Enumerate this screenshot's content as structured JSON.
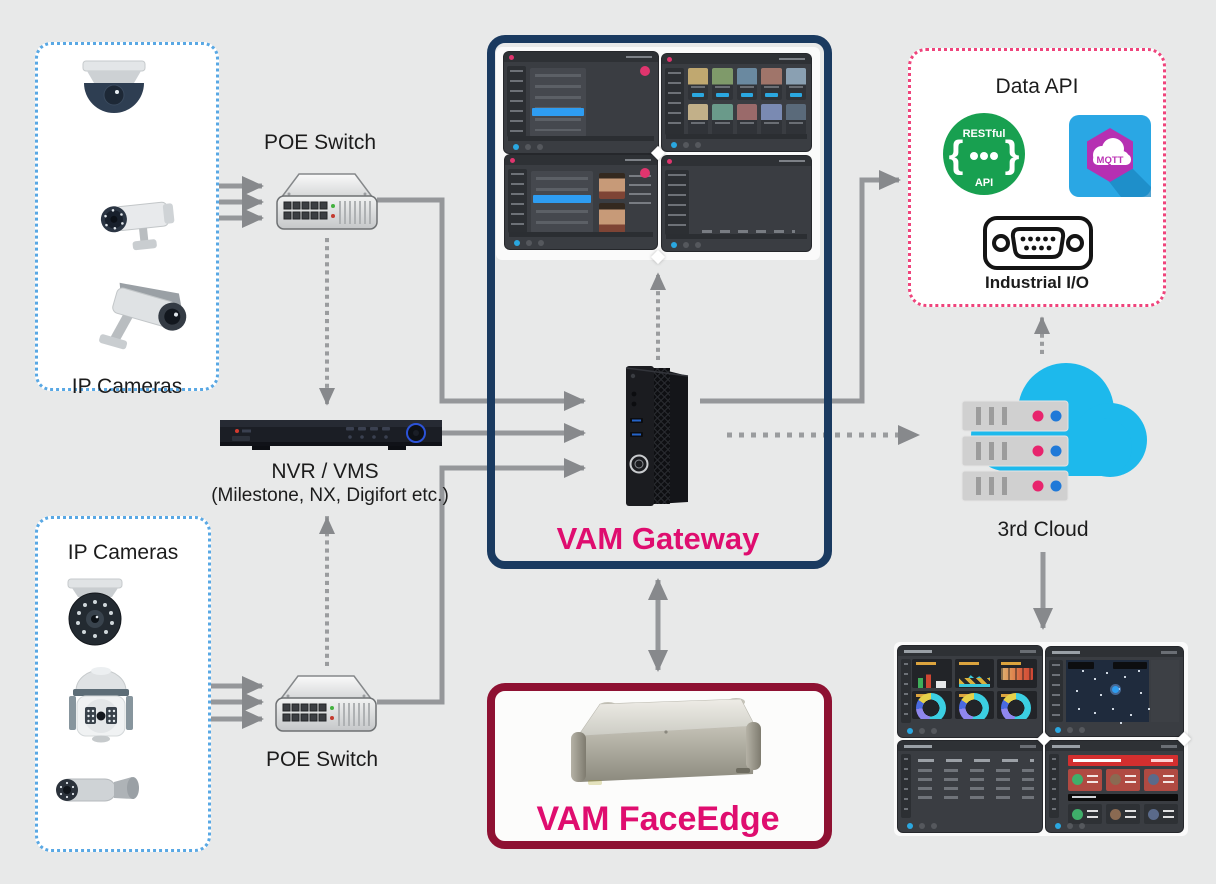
{
  "colors": {
    "background": "#e8e9e9",
    "gateway_border": "#1a3a60",
    "faceedge_border": "#8e1132",
    "accent_magenta": "#df0d6f",
    "camera_box_border": "#59a8e4",
    "data_api_border": "#ef447c",
    "arrow_gray": "#95979a",
    "cloud_cyan": "#1db9ec",
    "restful_green": "#18a050",
    "mqtt_blue": "#2aa7e4",
    "mqtt_magenta": "#b630b2"
  },
  "nodes": {
    "ip_cameras_top": {
      "label": "IP Cameras",
      "icons": [
        "dome-camera",
        "bullet-camera",
        "ptz-bullet-camera"
      ]
    },
    "poe_switch_top": {
      "label": "POE Switch",
      "icon": "poe-switch"
    },
    "nvr": {
      "label": "NVR / VMS",
      "sublabel": "(Milestone, NX, Digifort etc.)",
      "icon": "nvr-recorder"
    },
    "ip_cameras_bottom": {
      "label": "IP Cameras",
      "icons": [
        "ir-dome-camera",
        "speed-dome-camera",
        "mini-bullet-camera"
      ]
    },
    "poe_switch_bottom": {
      "label": "POE Switch",
      "icon": "poe-switch"
    },
    "vam_gateway": {
      "label": "VAM Gateway",
      "icon": "mini-pc-tower",
      "screenshot_count": 4
    },
    "vam_faceedge": {
      "label": "VAM FaceEdge",
      "icon": "aluminum-edge-device"
    },
    "data_api": {
      "title": "Data API",
      "restful_icon": {
        "line_top": "RESTful",
        "line_bottom": "API"
      },
      "mqtt_icon": {
        "label": "MQTT"
      },
      "industrial_io": {
        "label": "Industrial I/O",
        "icon": "db9-connector"
      }
    },
    "third_cloud": {
      "label": "3rd Cloud",
      "icon": "cloud-with-servers"
    },
    "dashboards": {
      "screenshot_count": 4
    }
  },
  "connections": [
    {
      "from": "ip-cameras-top",
      "to": "poe-switch-top",
      "style": "solid",
      "count": 3
    },
    {
      "from": "poe-switch-top",
      "to": "nvr",
      "style": "dotted"
    },
    {
      "from": "poe-switch-top",
      "to": "vam-gateway",
      "style": "solid"
    },
    {
      "from": "nvr",
      "to": "vam-gateway",
      "style": "solid"
    },
    {
      "from": "ip-cameras-bottom",
      "to": "poe-switch-bottom",
      "style": "solid",
      "count": 3
    },
    {
      "from": "poe-switch-bottom",
      "to": "nvr",
      "style": "dotted"
    },
    {
      "from": "poe-switch-bottom",
      "to": "vam-gateway",
      "style": "solid"
    },
    {
      "from": "vam-gateway",
      "to": "gateway-screenshots",
      "style": "dotted"
    },
    {
      "from": "vam-gateway",
      "to": "data-api",
      "style": "solid"
    },
    {
      "from": "vam-gateway",
      "to": "third-cloud",
      "style": "dotted"
    },
    {
      "from": "third-cloud",
      "to": "data-api",
      "style": "dotted"
    },
    {
      "from": "third-cloud",
      "to": "dashboard-screenshots",
      "style": "solid"
    },
    {
      "from": "vam-gateway",
      "to": "vam-faceedge",
      "style": "solid-double-arrow"
    }
  ]
}
